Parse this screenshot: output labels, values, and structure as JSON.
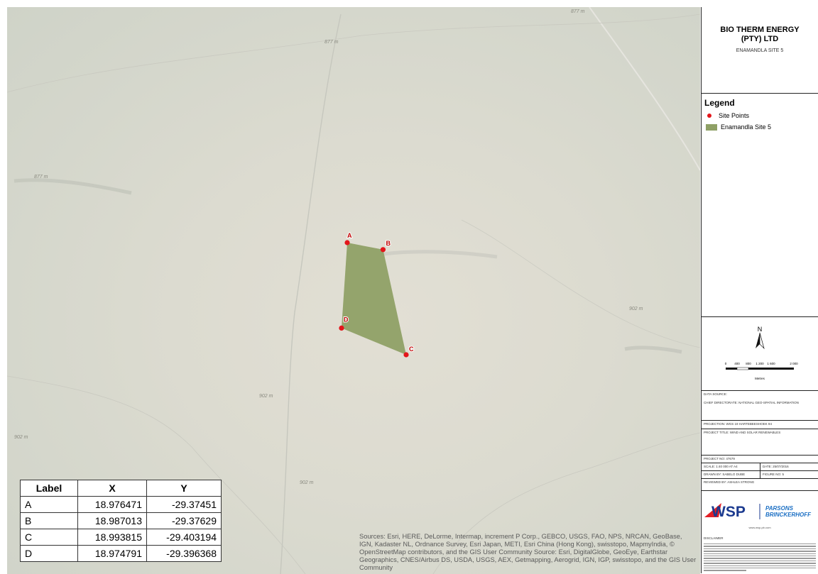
{
  "map": {
    "polygon_name": "Enamandla Site 5",
    "polygon_color": "#8fa066",
    "point_color": "#e3161b",
    "site_points": [
      {
        "label": "A",
        "x": 18.976471,
        "y": -29.37451
      },
      {
        "label": "B",
        "x": 18.987013,
        "y": -29.37629
      },
      {
        "label": "C",
        "x": 18.993815,
        "y": -29.403194
      },
      {
        "label": "D",
        "x": 18.974791,
        "y": -29.396368
      }
    ],
    "contour_labels": [
      "877 m",
      "877 m",
      "877 m",
      "902 m",
      "902 m",
      "902 m",
      "902 m"
    ]
  },
  "coordinate_table": {
    "headers": [
      "Label",
      "X",
      "Y"
    ],
    "rows": [
      [
        "A",
        "18.976471",
        "-29.37451"
      ],
      [
        "B",
        "18.987013",
        "-29.37629"
      ],
      [
        "C",
        "18.993815",
        "-29.403194"
      ],
      [
        "D",
        "18.974791",
        "-29.396368"
      ]
    ]
  },
  "attribution": "Sources: Esri, HERE, DeLorme, Intermap, increment P Corp., GEBCO, USGS, FAO, NPS, NRCAN, GeoBase, IGN, Kadaster NL, Ordnance Survey, Esri Japan, METI, Esri China (Hong Kong), swisstopo, MapmyIndia, © OpenStreetMap contributors, and the GIS User Community Source: Esri, DigitalGlobe, GeoEye, Earthstar Geographics, CNES/Airbus DS, USDA, USGS, AEX, Getmapping, Aerogrid, IGN, IGP, swisstopo, and the GIS User Community",
  "panel": {
    "company": "BIO THERM ENERGY (PTY) LTD",
    "site_title": "ENAMANDLA SITE 5",
    "legend": {
      "title": "Legend",
      "items": [
        {
          "label": "Site Points",
          "type": "point"
        },
        {
          "label": "Enamandla Site 5",
          "type": "polygon"
        }
      ]
    },
    "north_label": "N",
    "scale_ticks": [
      "0",
      "400",
      "800",
      "1 200",
      "1 600",
      "2 000"
    ],
    "scale_unit": "Metres",
    "data_source_label": "DATA SOURCE:",
    "data_source": "CHIEF DIRECTORATE: NATIONAL GEO-SPATIAL INFORMATION",
    "projection": "PROJECTION: WGS 19 HARTEBEESHOEK 94",
    "project_title": "PROJECT TITLE: WIND AND SOLAR RENEWABLES",
    "project_no": "PROJECT NO: 47679",
    "scale": "SCALE: 1:40 000   AT A4",
    "date": "DATE: 25/07/2016",
    "drawn_by": "DRAWN BY: SABELO DUBE",
    "figure_no": "FIGURE NO: 5",
    "reviewed_by": "REVIEWED BY: ASHLEA STRONG",
    "logo_wsp": "WSP",
    "logo_pb_1": "PARSONS",
    "logo_pb_2": "BRINCKERHOFF",
    "website": "www.wsp-pb.com",
    "disclaimer_title": "DISCLAIMER"
  }
}
